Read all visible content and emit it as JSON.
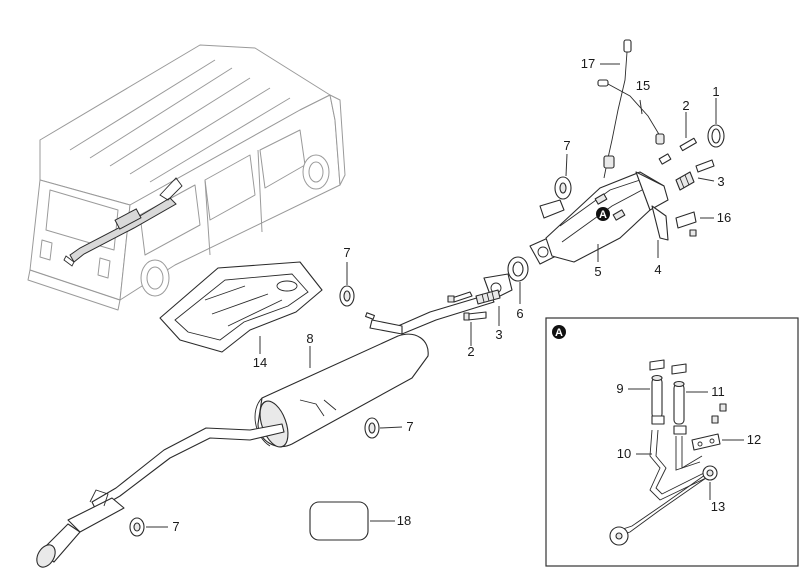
{
  "callouts": {
    "c1": "1",
    "c2_top": "2",
    "c2_low": "2",
    "c3_top": "3",
    "c3_low": "3",
    "c4": "4",
    "c5": "5",
    "c6": "6",
    "c7_a": "7",
    "c7_b": "7",
    "c7_c": "7",
    "c7_d": "7",
    "c8": "8",
    "c9": "9",
    "c10": "10",
    "c11": "11",
    "c12": "12",
    "c13": "13",
    "c14": "14",
    "c15": "15",
    "c16": "16",
    "c17": "17",
    "c18": "18"
  },
  "badges": {
    "detail_marker": "A",
    "detail_box_marker": "A"
  }
}
